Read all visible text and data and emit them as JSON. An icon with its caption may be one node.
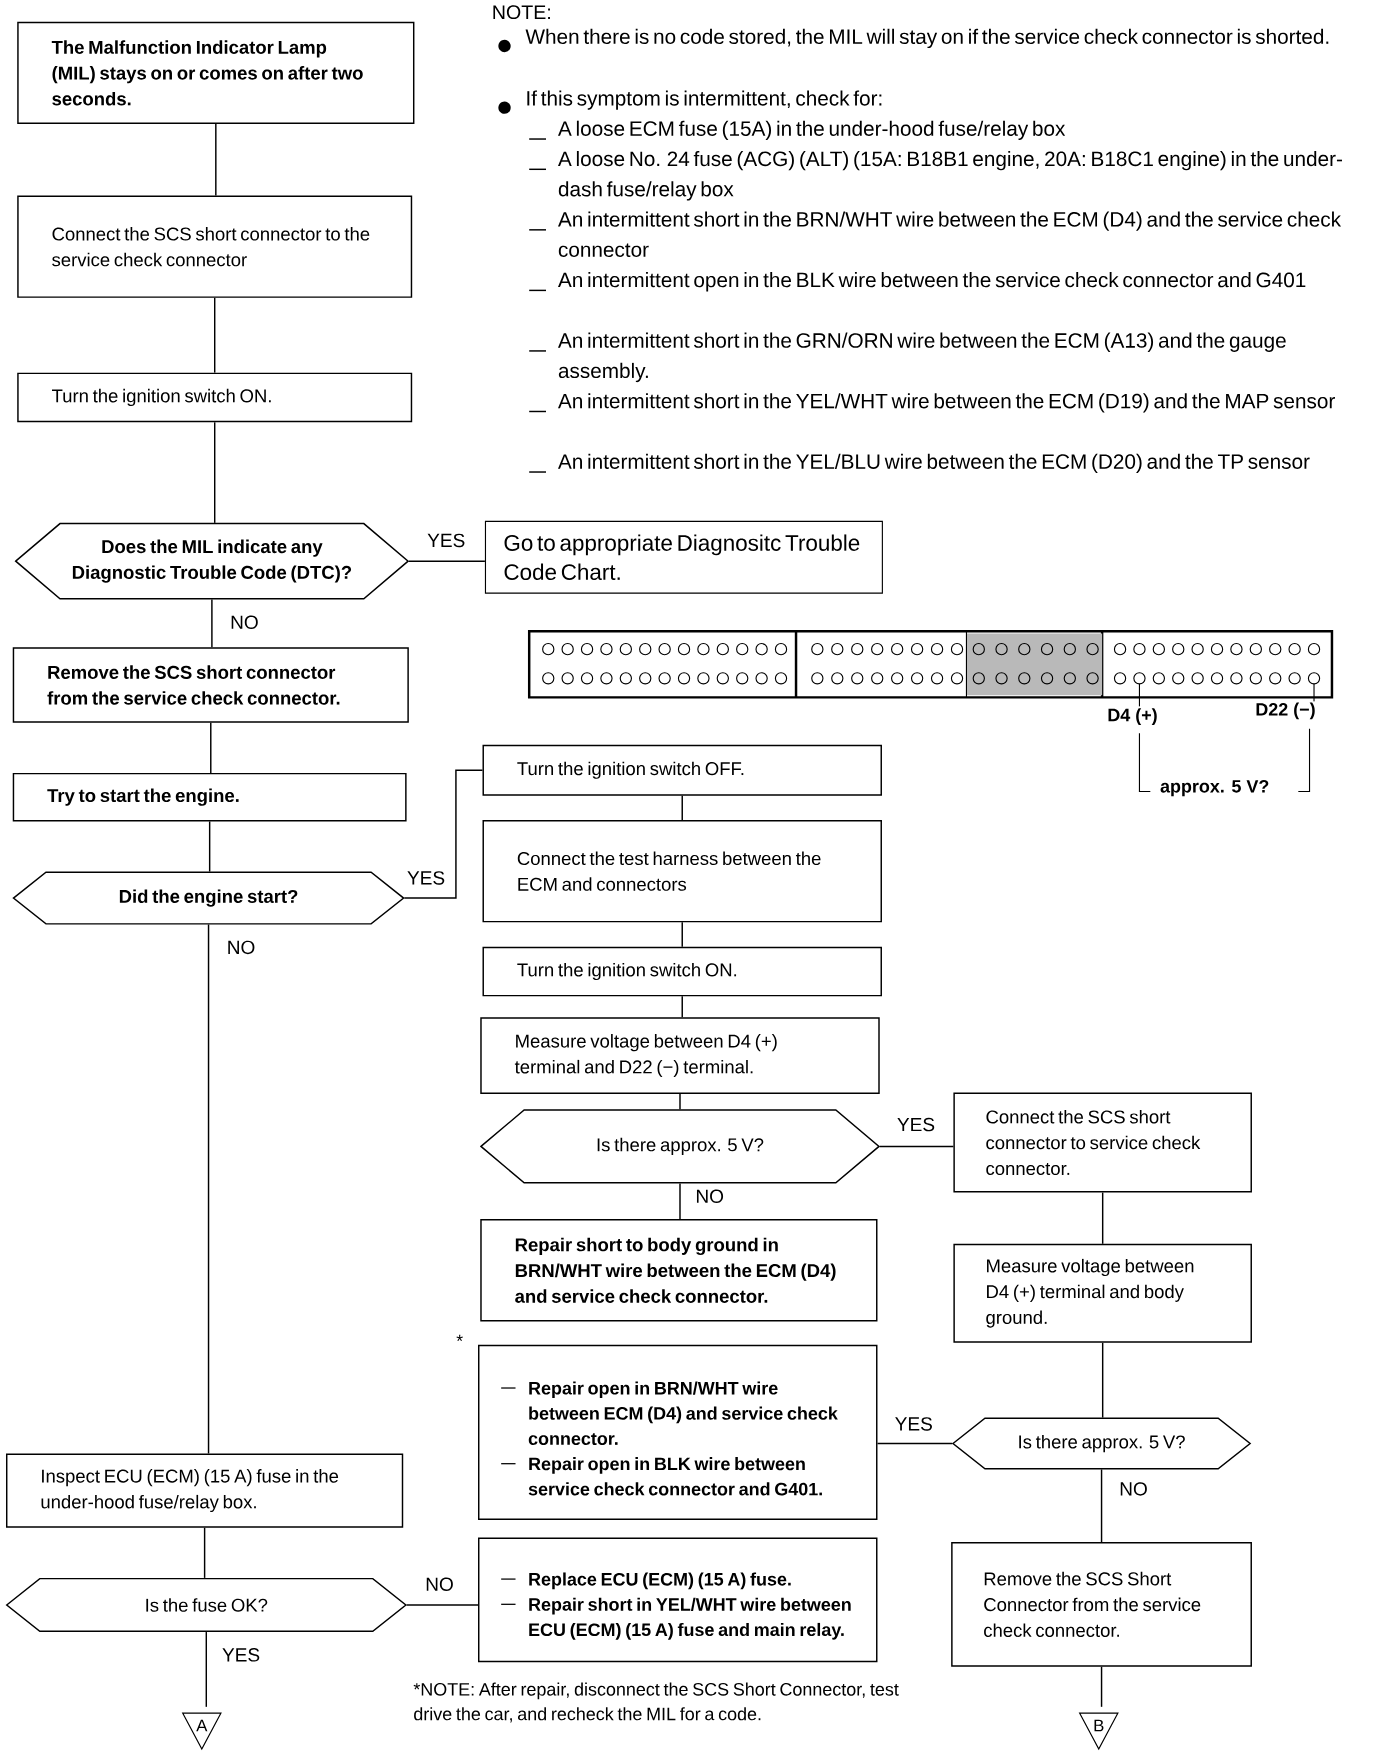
{
  "diagram": {
    "nodes": [
      {
        "text": [
          "The Malfunction Indicator Lamp (MIL) stays on or comes on after two seconds."
        ]
      },
      {
        "text": [
          "Connect the SCS short connector to the service check connector"
        ]
      },
      {
        "text": [
          "Turn the ignition switch ON."
        ]
      },
      {
        "text": [
          "Does the MIL indicate any Diagnostic Trouble Code (DTC)?"
        ]
      },
      {
        "text": [
          "Go to appropriate Diagnositc Trouble Code Chart."
        ]
      },
      {
        "text": [
          "Remove the SCS short connector from the service check connector."
        ]
      },
      {
        "text": [
          "Try to start the engine."
        ]
      },
      {
        "text": [
          "Did the engine start?"
        ]
      },
      {
        "text": [
          "Turn the ignition switch OFF."
        ]
      },
      {
        "text": [
          "Connect the test harness between the ECM and connectors"
        ]
      },
      {
        "text": [
          "Turn the ignition switch ON."
        ]
      },
      {
        "text": [
          "Measure voltage between D4 (+) terminal and D22 (−) terminal."
        ]
      },
      {
        "text": [
          "Is there approx. 5 V?"
        ]
      },
      {
        "text": [
          "Repair short to body ground in BRN/WHT wire between the ECM (D4) and service check connector."
        ]
      },
      {
        "text": [
          "Repair open in BRN/WHT wire between ECM (D4) and service check connector.",
          "Repair open in BLK wire between service check connector and G401."
        ],
        "beside": [
          "*"
        ]
      },
      {
        "text": [
          "Inspect ECU (ECM) (15 A) fuse in the under-hood fuse/relay box."
        ]
      },
      {
        "text": [
          "Is the fuse OK?"
        ]
      },
      {
        "text": [
          "Replace ECU (ECM) (15 A) fuse.",
          "Repair short in YEL/WHT wire between ECU (ECM) (15 A) fuse and main relay."
        ]
      },
      {
        "text": [
          "A"
        ]
      },
      {
        "text": [
          "Connect the SCS short connector to service check connector."
        ]
      },
      {
        "text": [
          "Measure voltage between D4 (+) terminal and body ground."
        ]
      },
      {
        "text": [
          "Is there approx. 5 V?"
        ]
      },
      {
        "text": [
          "Remove the SCS Short Connector from the service check connector."
        ]
      },
      {
        "text": [
          "B"
        ]
      }
    ],
    "edges": [
      {
        "from": 0,
        "to": 1,
        "arrow": "none"
      },
      {
        "from": 1,
        "to": 2,
        "arrow": "none"
      },
      {
        "from": 2,
        "to": 3,
        "arrow": "none"
      },
      {
        "from": 3,
        "to": 4,
        "arrow": "none",
        "label": "YES"
      },
      {
        "from": 3,
        "to": 5,
        "arrow": "none",
        "label": "NO"
      },
      {
        "from": 5,
        "to": 6,
        "arrow": "none"
      },
      {
        "from": 6,
        "to": 7,
        "arrow": "none"
      },
      {
        "from": 7,
        "to": 8,
        "arrow": "none",
        "label": "YES"
      },
      {
        "from": 7,
        "to": 15,
        "arrow": "none",
        "label": "NO"
      },
      {
        "from": 8,
        "to": 9,
        "arrow": "none"
      },
      {
        "from": 9,
        "to": 10,
        "arrow": "none"
      },
      {
        "from": 10,
        "to": 11,
        "arrow": "none"
      },
      {
        "from": 11,
        "to": 12,
        "arrow": "none"
      },
      {
        "from": 12,
        "to": 19,
        "arrow": "none",
        "label": "YES"
      },
      {
        "from": 12,
        "to": 13,
        "arrow": "none",
        "label": "NO"
      },
      {
        "from": 15,
        "to": 16,
        "arrow": "none"
      },
      {
        "from": 16,
        "to": 17,
        "arrow": "none",
        "label": "NO"
      },
      {
        "from": 16,
        "to": 18,
        "arrow": "none",
        "label": "YES"
      },
      {
        "from": 19,
        "to": 20,
        "arrow": "none"
      },
      {
        "from": 20,
        "to": 21,
        "arrow": "none"
      },
      {
        "from": 21,
        "to": 14,
        "arrow": "none",
        "label": "YES"
      },
      {
        "from": 21,
        "to": 22,
        "arrow": "none",
        "label": "NO"
      },
      {
        "from": 22,
        "to": 23,
        "arrow": "none"
      }
    ],
    "labels": [
      "NOTE:",
      "When there is no code stored, the MIL will stay on if the service check connector is shorted.",
      "If this symptom is intermittent, check for:",
      "A loose ECM fuse (15A) in the under-hood fuse/relay box",
      "A loose No. 24 fuse (ACG) (ALT) (15A: B18B1 engine, 20A: B18C1 engine) in the under-dash fuse/relay box",
      "An intermittent short in the BRN/WHT wire between the ECM (D4) and the service check connector",
      "An intermittent open in the BLK wire between the service check connector and G401",
      "An intermittent short in the GRN/ORN wire between the ECM (A13) and the gauge assembly.",
      "An intermittent short in the YEL/WHT wire between the ECM (D19) and the MAP sensor",
      "An intermittent short in the YEL/BLU wire between the ECM (D20) and the TP sensor",
      "D4 (+)",
      "D22 (−)",
      "approx. 5 V?",
      "*NOTE: After repair, disconnect the SCS Short Connector, test drive the car, and recheck the MIL for a code."
    ]
  }
}
